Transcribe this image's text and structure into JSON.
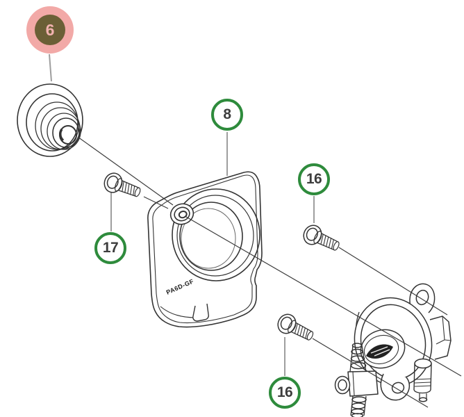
{
  "diagram": {
    "type": "exploded-parts-diagram",
    "background_color": "#ffffff",
    "callouts": [
      {
        "label": "6",
        "highlighted": true
      },
      {
        "label": "8",
        "highlighted": false
      },
      {
        "label": "17",
        "highlighted": false
      },
      {
        "label": "16",
        "highlighted": false
      },
      {
        "label": "16",
        "highlighted": false
      }
    ],
    "cover_marking": "PA6D-GF",
    "colors": {
      "callout_ring_green": "#2e8b3c",
      "callout_number_gray": "#3d3d3d",
      "highlight_pink": "#f2a9a7",
      "highlight_core_olive": "#6b5f36",
      "line_art": "#333333",
      "leader_line": "#9e9e9e"
    }
  }
}
